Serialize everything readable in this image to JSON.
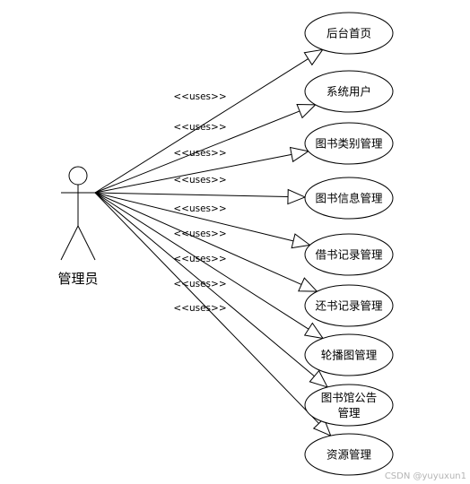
{
  "actor": {
    "name": "管理员"
  },
  "use_cases": [
    {
      "lines": [
        "后台首页"
      ]
    },
    {
      "lines": [
        "系统用户"
      ]
    },
    {
      "lines": [
        "图书类别管理"
      ]
    },
    {
      "lines": [
        "图书信息管理"
      ]
    },
    {
      "lines": [
        "借书记录管理"
      ]
    },
    {
      "lines": [
        "还书记录管理"
      ]
    },
    {
      "lines": [
        "轮播图管理"
      ]
    },
    {
      "lines": [
        "图书馆公告",
        "管理"
      ]
    },
    {
      "lines": [
        "资源管理"
      ]
    }
  ],
  "relation_label": "<<uses>>",
  "watermark": "CSDN @yuyuxun1"
}
